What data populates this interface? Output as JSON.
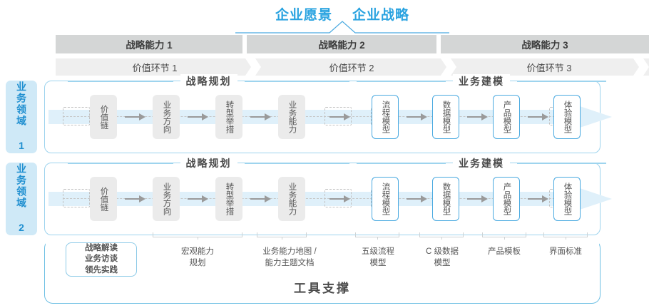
{
  "top": {
    "titles": [
      "企业愿景",
      "企业战略"
    ],
    "accent_color": "#2aa3e0"
  },
  "capability_band": {
    "items": [
      {
        "label": "战略能力 1"
      },
      {
        "label": "战略能力 2"
      },
      {
        "label": "战略能力 3"
      }
    ],
    "background_color": "#d4d6d6"
  },
  "value_link_band": {
    "items": [
      {
        "label": "价值环节 1"
      },
      {
        "label": "价值环节 2"
      },
      {
        "label": "价值环节 3"
      }
    ],
    "background_color": "#efefef"
  },
  "side_labels": [
    {
      "label": "业务领域 1"
    },
    {
      "label": "业务领域 2"
    }
  ],
  "sections": {
    "strategy_planning": "战略规划",
    "business_modeling": "业务建模"
  },
  "rows": [
    {
      "steps": [
        {
          "label": "价值链",
          "style": "gray"
        },
        {
          "label": "业务方向",
          "style": "gray"
        },
        {
          "label": "转型举措",
          "style": "gray"
        },
        {
          "label": "业务能力",
          "style": "gray"
        },
        {
          "label": "流程模型",
          "style": "blue"
        },
        {
          "label": "数据模型",
          "style": "blue"
        },
        {
          "label": "产品模型",
          "style": "blue"
        },
        {
          "label": "体验模型",
          "style": "blue"
        }
      ]
    },
    {
      "steps": [
        {
          "label": "价值链",
          "style": "gray"
        },
        {
          "label": "业务方向",
          "style": "gray"
        },
        {
          "label": "转型举措",
          "style": "gray"
        },
        {
          "label": "业务能力",
          "style": "gray"
        },
        {
          "label": "流程模型",
          "style": "blue"
        },
        {
          "label": "数据模型",
          "style": "blue"
        },
        {
          "label": "产品模型",
          "style": "blue"
        },
        {
          "label": "体验模型",
          "style": "blue"
        }
      ]
    }
  ],
  "tool_labels": [
    {
      "label": "战略解读\n业务访谈\n领先实践",
      "boxed": true
    },
    {
      "label": "宏观能力\n规划",
      "boxed": false
    },
    {
      "label": "业务能力地图 /\n能力主题文档",
      "boxed": false
    },
    {
      "label": "五级流程\n模型",
      "boxed": false
    },
    {
      "label": "C 级数据\n模型",
      "boxed": false
    },
    {
      "label": "产品模板",
      "boxed": false
    },
    {
      "label": "界面标准",
      "boxed": false
    }
  ],
  "footer": {
    "title": "工具支撑"
  }
}
